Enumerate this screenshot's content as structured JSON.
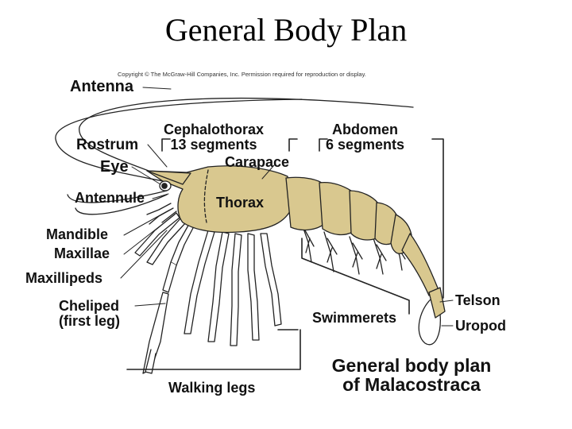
{
  "title": "General Body Plan",
  "copyright": "Copyright © The McGraw-Hill Companies, Inc. Permission required for reproduction or display.",
  "labels": {
    "antenna": "Antenna",
    "rostrum": "Rostrum",
    "eye": "Eye",
    "antennule": "Antennule",
    "mandible": "Mandible",
    "maxillae": "Maxillae",
    "maxillipeds": "Maxillipeds",
    "cheliped_line1": "Cheliped",
    "cheliped_line2": "(first leg)",
    "cephalothorax_line1": "Cephalothorax",
    "cephalothorax_line2": "13 segments",
    "carapace": "Carapace",
    "abdomen_line1": "Abdomen",
    "abdomen_line2": "6 segments",
    "thorax": "Thorax",
    "telson": "Telson",
    "uropod": "Uropod",
    "swimmerets": "Swimmerets",
    "walking_legs": "Walking legs"
  },
  "caption": {
    "line1": "General body plan",
    "line2": "of Malacostraca"
  },
  "colors": {
    "body_fill": "#d9c88f",
    "outline": "#222222"
  }
}
